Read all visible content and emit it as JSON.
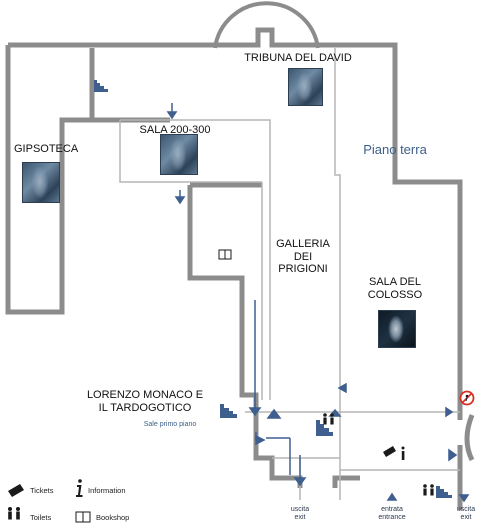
{
  "rooms": {
    "tribuna_del_david": "TRIBUNA DEL DAVID",
    "sala_200_300": "SALA 200-300",
    "gipsoteca": "GIPSOTECA",
    "galleria_line1": "GALLERIA",
    "galleria_line2": "DEI",
    "galleria_line3": "PRIGIONI",
    "sala_del_colosso_line1": "SALA DEL",
    "sala_del_colosso_line2": "COLOSSO",
    "lorenzo_line1": "LORENZO MONACO E",
    "lorenzo_line2": "IL TARDOGOTICO",
    "sale_primo_piano": "Sale primo piano"
  },
  "floor_label": "Piano terra",
  "exits": {
    "uscita_exit_left": [
      "uscita",
      "exit"
    ],
    "entrata_entrance": [
      "entrata",
      "entrance"
    ],
    "uscita_exit_right": [
      "uscita",
      "exit"
    ]
  },
  "legend": {
    "tickets": "Tickets",
    "information": "Information",
    "toilets": "Toilets",
    "bookshop": "Bookshop"
  },
  "colors": {
    "wall": "#8c8c8c",
    "inner_line": "#b0b0b0",
    "accent_blue": "#3f5f8f",
    "floor_label": "#3b5f8a",
    "no_entry_red": "#d93025"
  },
  "icons": {
    "stairs": "stairs-icon",
    "arrow": "arrow-icon",
    "tickets": "ticket-icon",
    "information": "information-icon",
    "toilets": "toilets-icon",
    "bookshop": "book-icon",
    "no_entry": "no-entry-icon"
  }
}
